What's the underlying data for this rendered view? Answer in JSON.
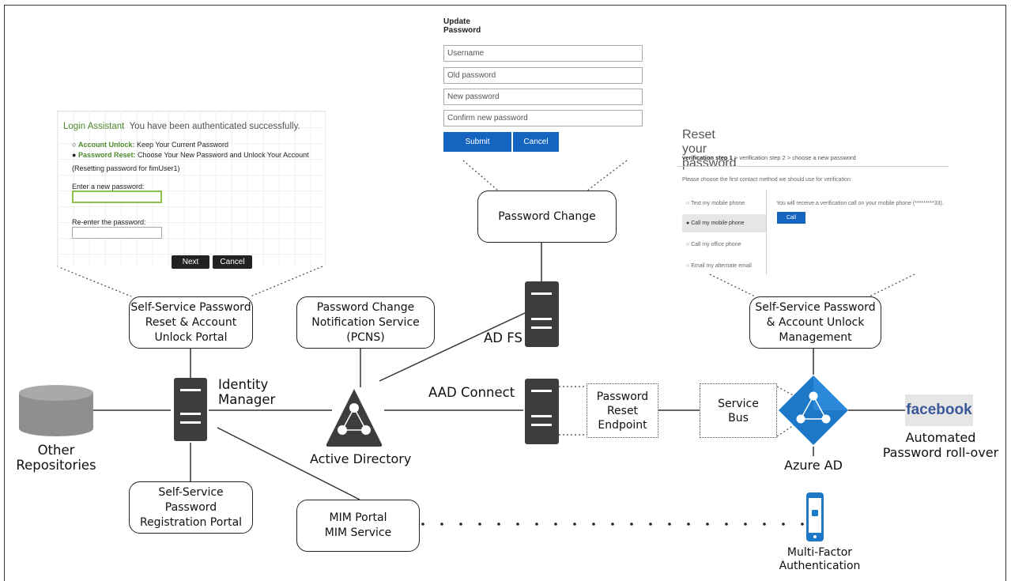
{
  "update_password": {
    "title": "Update Password",
    "fields": [
      "Username",
      "Old password",
      "New password",
      "Confirm new password"
    ],
    "submit": "Submit",
    "cancel": "Cancel"
  },
  "login_assistant": {
    "title": "Login Assistant",
    "subtitle": "You have been authenticated successfully.",
    "option1_bold": "Account Unlock:",
    "option1_text": "Keep Your Current Password",
    "option2_bold": "Password Reset:",
    "option2_text": "Choose Your New Password and Unlock Your Account",
    "note": "(Resetting password for fimUser1)",
    "enter_label": "Enter a new password:",
    "reenter_label": "Re-enter the password:",
    "next": "Next",
    "cancel": "Cancel"
  },
  "reset_password": {
    "title": "Reset your password",
    "steps_bold": "verification step 1",
    "steps_rest": " > verification step 2 > choose a new password",
    "instruction": "Please choose the first contact method we should use for verification:",
    "options": [
      "Text my mobile phone",
      "Call my mobile phone",
      "Call my office phone",
      "Email my alternate email"
    ],
    "message": "You will receive a verification call on your mobile phone (*********33).",
    "call": "Call"
  },
  "nodes": {
    "sspr_portal": "Self-Service Password\nReset & Account\nUnlock Portal",
    "pcns": "Password Change\nNotification Service\n(PCNS)",
    "password_change": "Password Change",
    "sspr_mgmt": "Self-Service Password\n& Account Unlock\nManagement",
    "sspr_registration": "Self-Service\nPassword\nRegistration Portal",
    "mim": "MIM Portal\nMIM Service",
    "password_reset_endpoint": "Password\nReset\nEndpoint",
    "service_bus": "Service\nBus"
  },
  "labels": {
    "other_repos": "Other\nRepositories",
    "identity_manager": "Identity\nManager",
    "active_directory": "Active Directory",
    "adfs": "AD FS",
    "aad_connect": "AAD Connect",
    "azure_ad": "Azure AD",
    "facebook": "facebook",
    "automated": "Automated\nPassword roll-over",
    "mfa": "Multi-Factor\nAuthentication"
  },
  "colors": {
    "azure": "#1e78c8",
    "server": "#3d3d3d",
    "facebook_bg": "#e6e6e6",
    "facebook_text": "#3b5998",
    "login_green": "#4d8a2e",
    "button_blue": "#1565c0"
  }
}
